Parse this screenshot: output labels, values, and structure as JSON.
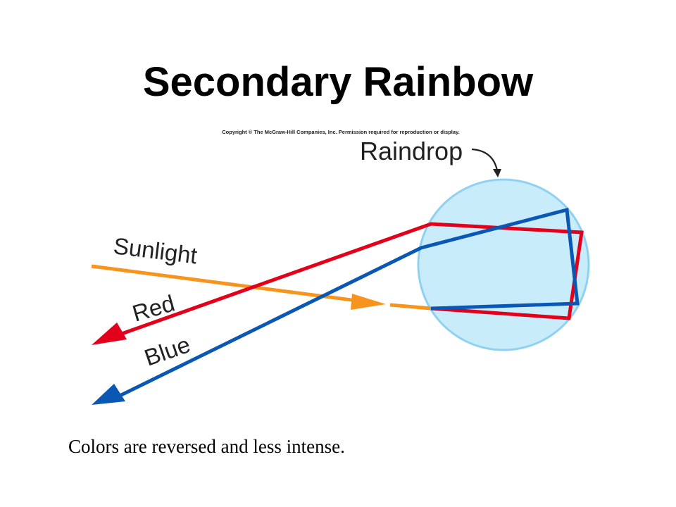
{
  "slide": {
    "title": "Secondary Rainbow",
    "copyright": "Copyright © The McGraw-Hill Companies, Inc. Permission required for reproduction or display.",
    "caption": "Colors are reversed and less intense."
  },
  "diagram": {
    "labels": {
      "raindrop": "Raindrop",
      "sunlight": "Sunlight",
      "red": "Red",
      "blue": "Blue"
    },
    "colors": {
      "sunlight": "#f7941d",
      "red": "#e2001a",
      "blue": "#0b57b4",
      "drop_fill": "#c9ecfb",
      "drop_stroke": "#8fd1f2"
    }
  }
}
